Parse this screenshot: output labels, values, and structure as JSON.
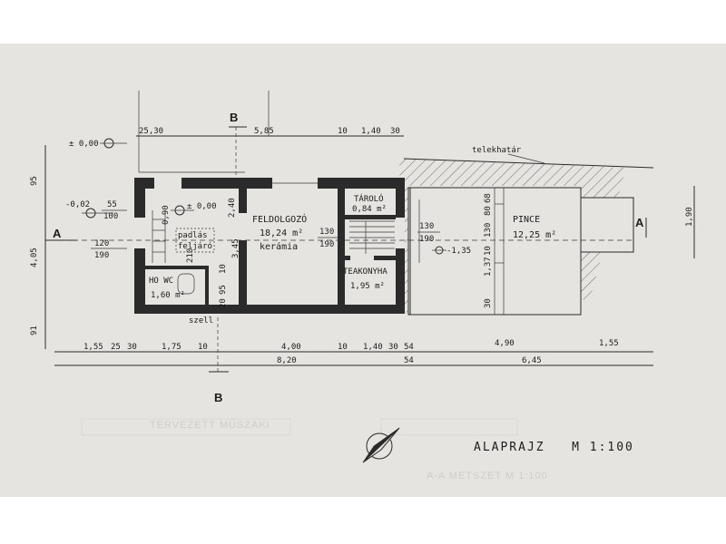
{
  "title": "ALAPRAJZ   M 1:100",
  "ghost_text": [
    "TERVEZETT MŰSZAKI",
    "A-A METSZET M 1:100"
  ],
  "section_marks": {
    "a_left": "A",
    "a_right": "A",
    "b_top": "B",
    "b_bottom": "B"
  },
  "boundary_label": "telekhatár",
  "rooms": {
    "feldolgozo": {
      "name": "FELDOLGOZÓ",
      "area": "18,24 m²",
      "finish": "kerámia",
      "door_top": "130",
      "door_bottom": "190"
    },
    "tarolo": {
      "name": "TÁROLÓ",
      "area": "0,84 m²"
    },
    "pince": {
      "name": "PINCE",
      "area": "12,25 m²",
      "level": "-1,35",
      "door_top": "130",
      "door_bottom": "190"
    },
    "teakonyha": {
      "name": "TEAKONYHA",
      "area": "1,95 m²"
    },
    "wc": {
      "name": "HO WC",
      "area": "1,60 m²"
    },
    "padlas": {
      "line1": "padlás",
      "line2": "feljáró"
    },
    "szell": {
      "label": "szell"
    }
  },
  "levels": {
    "outside": "± 0,00",
    "inside": "± 0,00",
    "entry": "-0,02"
  },
  "dims_top": {
    "d1": "25,30",
    "d2": "5,85",
    "d3": "10",
    "d4": "1,40",
    "d5": "30"
  },
  "dims_bottom_row1": {
    "a": "1,55",
    "b": "25",
    "c": "30",
    "d": "1,75",
    "e": "10",
    "f": "4,00",
    "g": "10",
    "h": "1,40",
    "i": "30",
    "j": "54",
    "k": "4,90",
    "l": "1,55"
  },
  "dims_bottom_row2": {
    "total_left": "8,20",
    "gap": "54",
    "total_right": "6,45"
  },
  "dims_left": {
    "top": "95",
    "mid": "4,05",
    "bottom": "91"
  },
  "dims_right": {
    "val": "1,90",
    "r1": "68",
    "r2": "80",
    "r3": "130",
    "r4": "10",
    "r5": "1,37",
    "r6": "30"
  },
  "dims_interior": {
    "d55": "55",
    "d100": "100",
    "d120": "120",
    "d190": "190",
    "d90": "0,90",
    "d210": "210",
    "d240": "2,40",
    "d345": "3,45",
    "d10": "10",
    "d95": "95",
    "d20": "20"
  }
}
